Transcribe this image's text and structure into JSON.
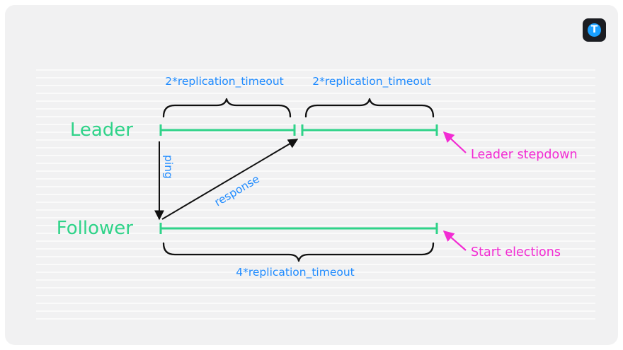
{
  "diagram": {
    "roles": {
      "leader": "Leader",
      "follower": "Follower"
    },
    "timeouts": {
      "leader_first": "2*replication_timeout",
      "leader_second": "2*replication_timeout",
      "follower_total": "4*replication_timeout"
    },
    "messages": {
      "ping": "ping",
      "response": "response"
    },
    "annotations": {
      "leader_event": "Leader stepdown",
      "follower_event": "Start elections"
    },
    "logo_letter": "T"
  },
  "colors": {
    "role": "#2fd389",
    "timeline": "#2fd389",
    "timeout_text": "#1f8bff",
    "annotation": "#f22bd3",
    "arrow": "#111111",
    "background": "#f1f1f2",
    "logo_bg": "#1b1d22",
    "logo_accent": "#1aa0ff"
  }
}
